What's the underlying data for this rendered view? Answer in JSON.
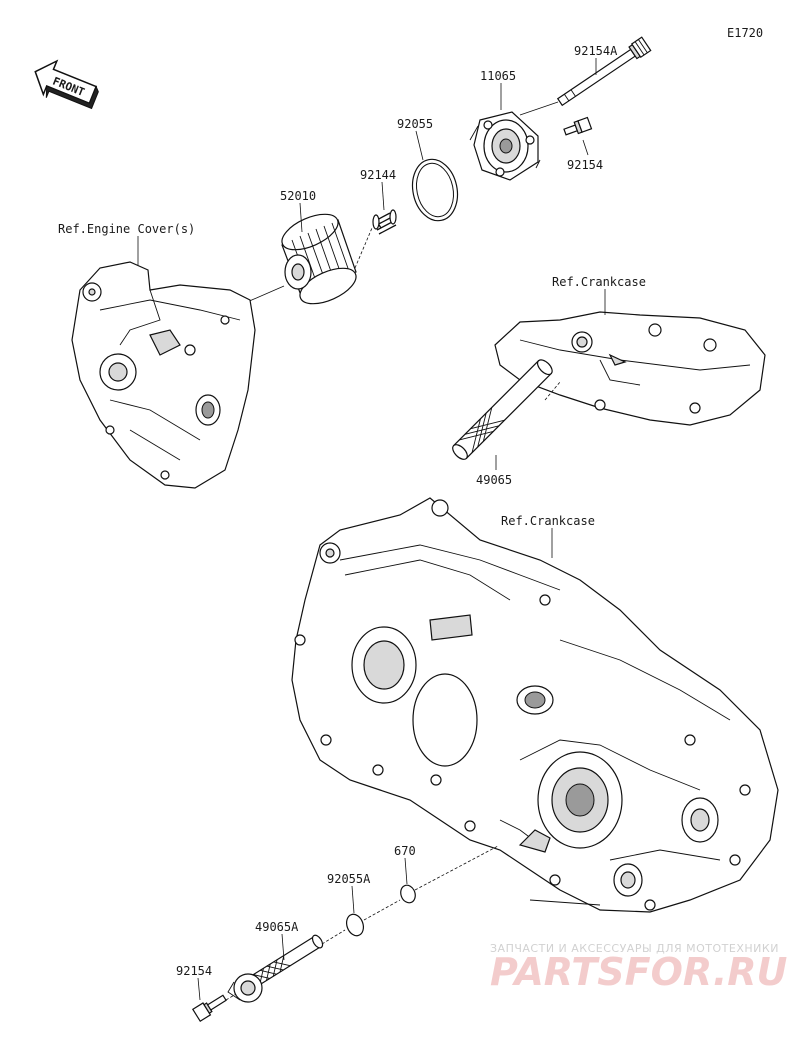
{
  "diagram_code": "E1720",
  "front_badge": "FRONT",
  "refs": {
    "engine_cover": "Ref.Engine Cover(s)",
    "crankcase_upper": "Ref.Crankcase",
    "crankcase_main": "Ref.Crankcase"
  },
  "parts": {
    "p92154A": "92154A",
    "p11065": "11065",
    "p92055": "92055",
    "p92154_top": "92154",
    "p92144": "92144",
    "p52010": "52010",
    "p49065": "49065",
    "p670": "670",
    "p92055A": "92055A",
    "p49065A": "49065A",
    "p92154_bottom": "92154"
  },
  "watermark": {
    "subtitle": "ЗАПЧАСТИ И АКСЕССУАРЫ ДЛЯ МОТОТЕХНИКИ",
    "brand": "PARTSFOR.RU"
  }
}
